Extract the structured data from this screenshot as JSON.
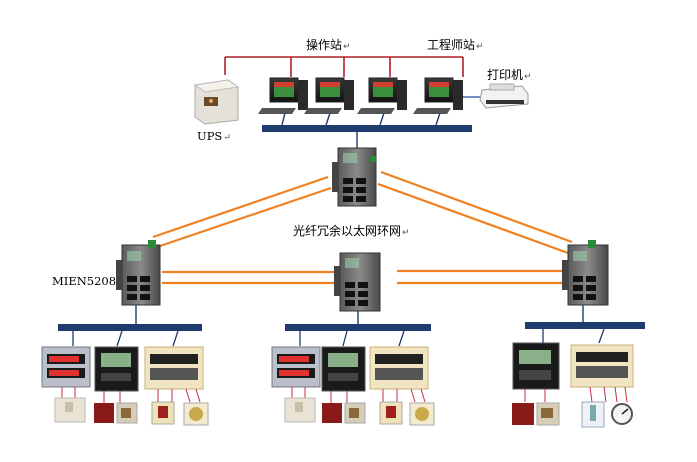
{
  "labels": {
    "operator_station": "操作站",
    "engineer_station": "工程师站",
    "printer": "打印机",
    "ups": "UPS",
    "fiber_ring": "光纤冗余以太网环网",
    "switch_model": "MIEN5208"
  },
  "mark": "↵",
  "colors": {
    "red_link": "#b0202a",
    "bus_bar": "#1f3c6e",
    "fiber": "#f08020",
    "field_line": "#c03040"
  }
}
